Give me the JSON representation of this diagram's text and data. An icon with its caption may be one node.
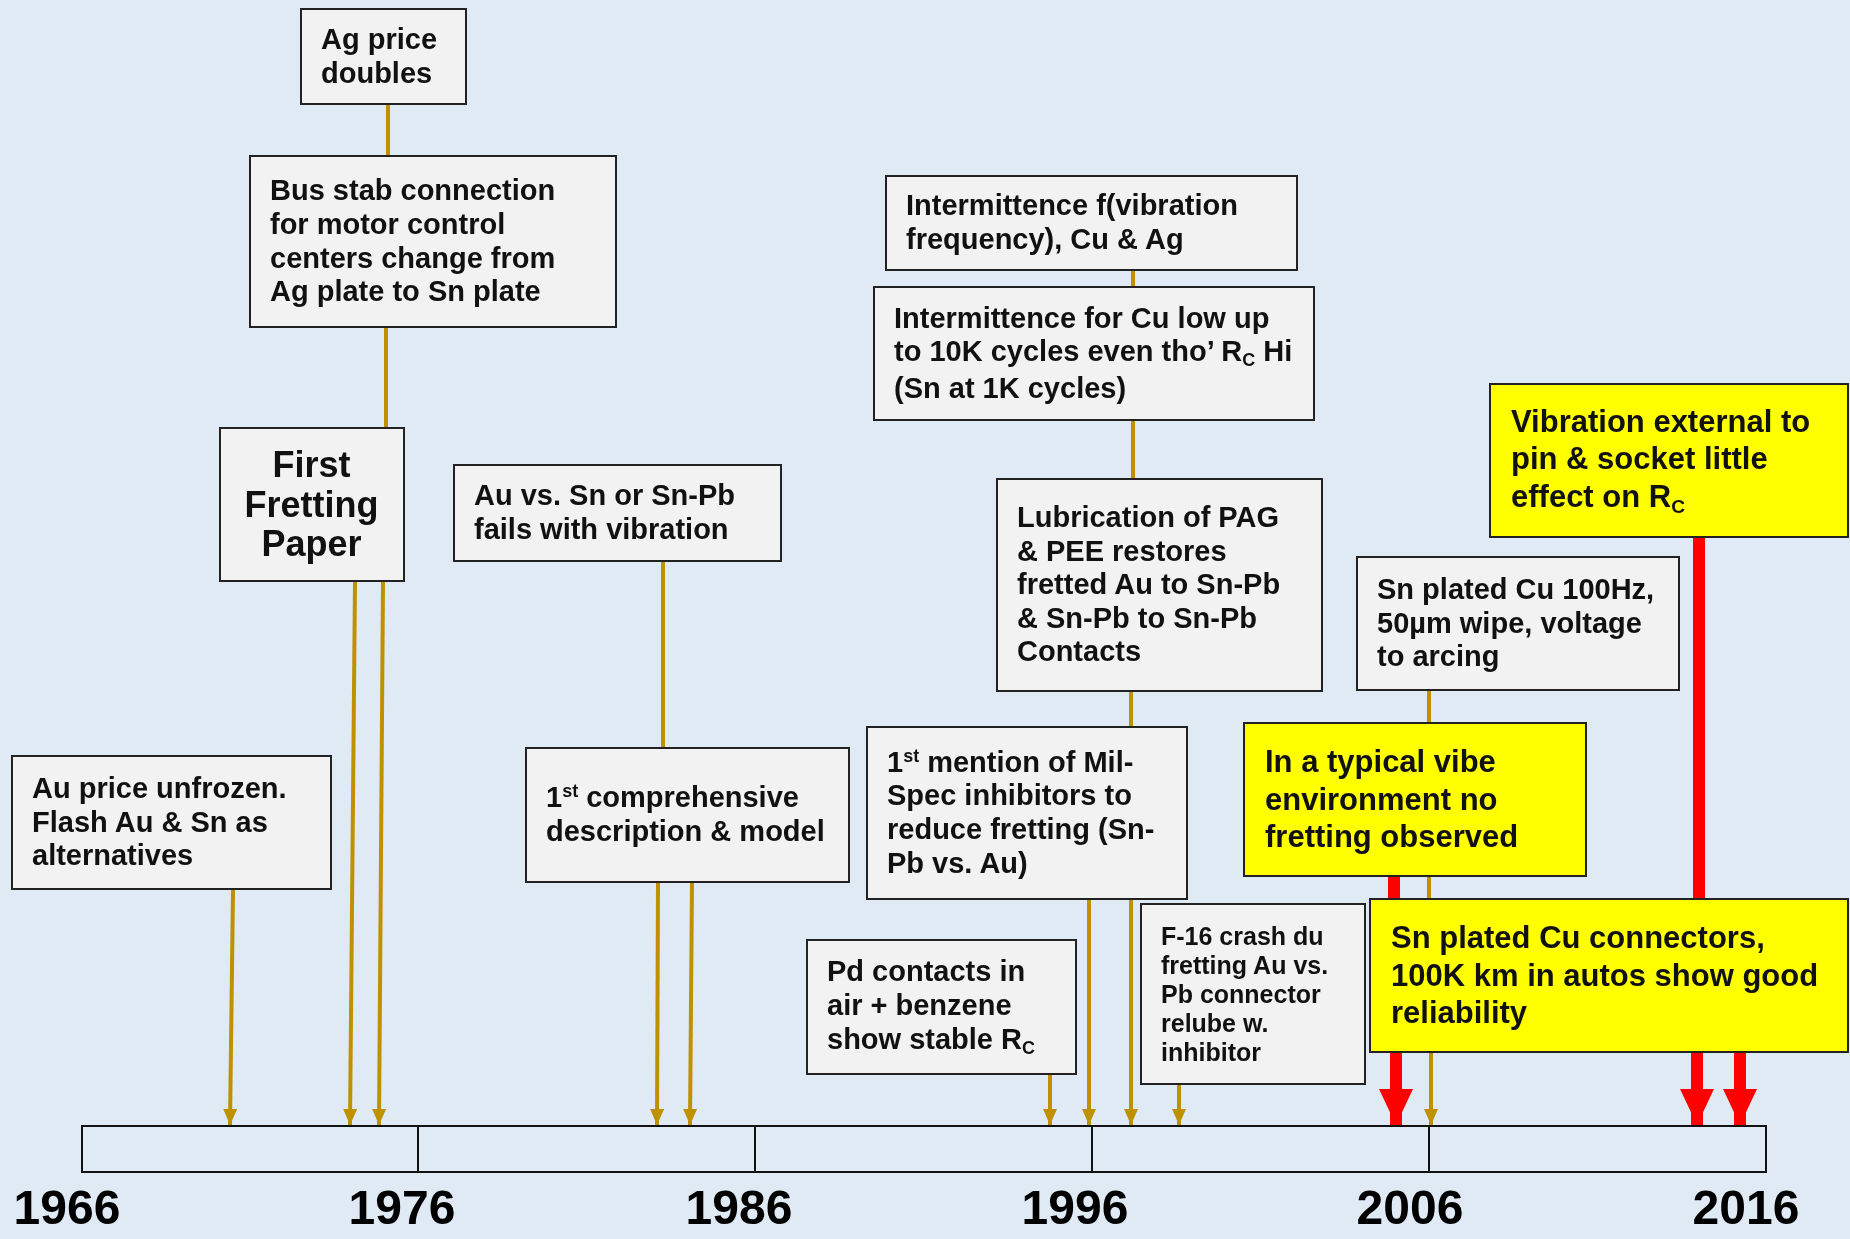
{
  "diagram": {
    "nodes": [
      {
        "text": [
          "Ag price doubles"
        ]
      },
      {
        "text": [
          "Bus stab connection for motor control centers change from Ag plate to Sn plate"
        ]
      },
      {
        "text": [
          "First Fretting Paper"
        ]
      },
      {
        "text": [
          "Au vs. Sn or Sn-Pb fails with vibration"
        ]
      },
      {
        "text": [
          "Au price unfrozen. Flash Au & Sn as alternatives"
        ]
      },
      {
        "text": [
          "1$^{st}$ comprehensive description & model"
        ]
      },
      {
        "text": [
          "Intermittence f(vibration frequency), Cu & Ag"
        ]
      },
      {
        "text": [
          "Intermittence for Cu low up to 10K cycles even tho’ R$_{C}$ Hi (Sn at 1K cycles)"
        ]
      },
      {
        "text": [
          "Lubrication of PAG & PEE restores fretted Au to Sn-Pb & Sn-Pb to Sn-Pb Contacts"
        ]
      },
      {
        "text": [
          "1$^{st}$ mention of Mil-Spec inhibitors to reduce fretting (Sn-Pb vs. Au)"
        ]
      },
      {
        "text": [
          "Pd contacts in air + benzene show stable R$_{C}$"
        ]
      },
      {
        "text": [
          "F-16 crash du fretting Au vs. Pb connector relube w. inhibitor"
        ]
      },
      {
        "text": [
          "Sn plated Cu 100Hz, 50µm wipe, voltage to arcing"
        ]
      },
      {
        "text": [
          "Vibration external to pin & socket little effect on R$_{C}$"
        ]
      },
      {
        "text": [
          "In a typical vibe environment no fretting observed"
        ]
      },
      {
        "text": [
          "Sn plated Cu connectors, 100K km in autos show good reliability"
        ]
      },
      {
        "text": [],
        "shape": "bar"
      }
    ],
    "edges": [
      {
        "from": 0,
        "to": 1,
        "arrow": "none"
      },
      {
        "from": 1,
        "to": 2,
        "arrow": "none"
      },
      {
        "from": 2,
        "to": 16,
        "arrow": "to"
      },
      {
        "from": 2,
        "to": 16,
        "arrow": "to"
      },
      {
        "from": 4,
        "to": 16,
        "arrow": "to"
      },
      {
        "from": 3,
        "to": 5,
        "arrow": "none"
      },
      {
        "from": 5,
        "to": 16,
        "arrow": "to"
      },
      {
        "from": 5,
        "to": 16,
        "arrow": "to"
      },
      {
        "from": 6,
        "to": 7,
        "arrow": "none"
      },
      {
        "from": 7,
        "to": 8,
        "arrow": "none"
      },
      {
        "from": 8,
        "to": 9,
        "arrow": "none"
      },
      {
        "from": 9,
        "to": 16,
        "arrow": "to"
      },
      {
        "from": 9,
        "to": 16,
        "arrow": "to"
      },
      {
        "from": 10,
        "to": 16,
        "arrow": "to"
      },
      {
        "from": 11,
        "to": 16,
        "arrow": "to"
      },
      {
        "from": 12,
        "to": 14,
        "arrow": "none"
      },
      {
        "from": 14,
        "to": 15,
        "arrow": "none"
      },
      {
        "from": 15,
        "to": 16,
        "arrow": "to"
      },
      {
        "from": 14,
        "to": 15,
        "arrow": "none",
        "style": "thick",
        "color": "#ff0000"
      },
      {
        "from": 15,
        "to": 16,
        "arrow": "to",
        "style": "thick",
        "color": "#ff0000"
      },
      {
        "from": 13,
        "to": 15,
        "arrow": "none",
        "style": "thick",
        "color": "#ff0000"
      },
      {
        "from": 15,
        "to": 16,
        "arrow": "to",
        "style": "thick",
        "color": "#ff0000"
      },
      {
        "from": 15,
        "to": 16,
        "arrow": "to",
        "style": "thick",
        "color": "#ff0000"
      }
    ],
    "labels": [
      "1966",
      "1976",
      "1986",
      "1996",
      "2006",
      "2016"
    ]
  }
}
